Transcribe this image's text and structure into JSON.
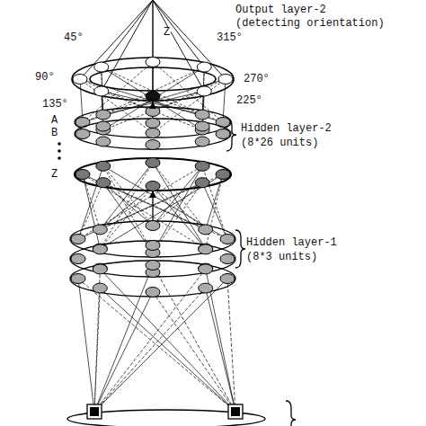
{
  "diagram": {
    "nodes": [
      {
        "text": [
          "Output layer-2",
          "(detecting orientation)"
        ]
      },
      {
        "text": [
          "Hidden layer-2",
          "(8*26 units)"
        ]
      },
      {
        "text": [
          "Hidden layer-1",
          "(8*3 units)"
        ]
      }
    ],
    "edges": [
      {
        "from": 2,
        "to": 1,
        "arrow": "to"
      },
      {
        "from": 1,
        "to": 0,
        "arrow": "to"
      }
    ],
    "labels": [
      "Z",
      "45°",
      "315°",
      "90°",
      "270°",
      "135°",
      "225°",
      "A",
      "B",
      "Z"
    ]
  }
}
